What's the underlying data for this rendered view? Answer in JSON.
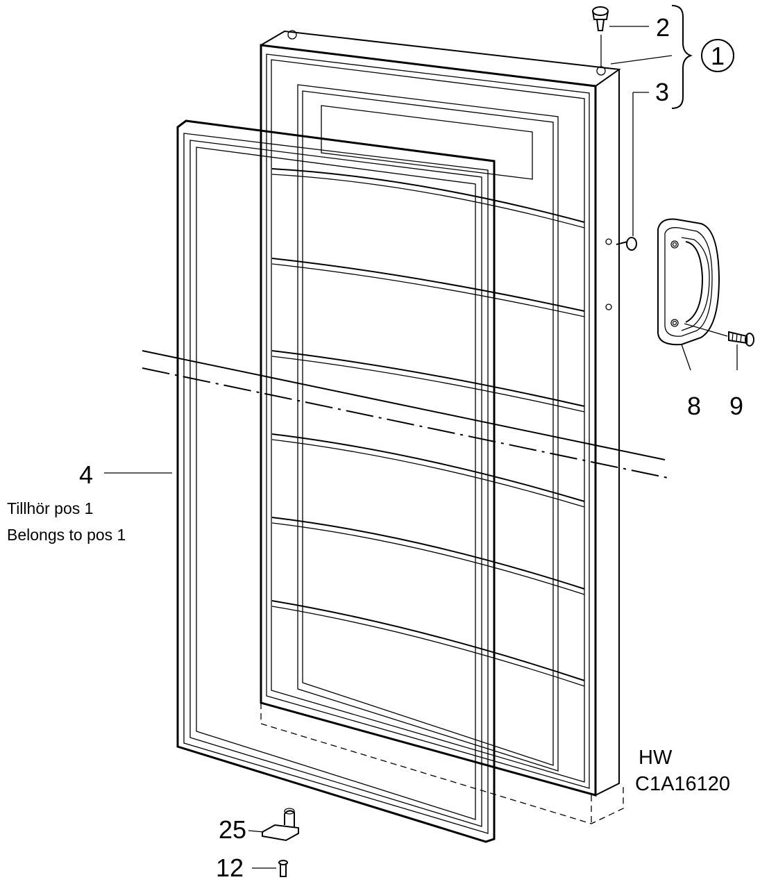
{
  "diagram": {
    "parts": {
      "assembly": "1",
      "top_pin": "2",
      "side_pin": "3",
      "gasket": "4",
      "handle": "8",
      "handle_screw": "9",
      "bottom_hinge": "25",
      "hinge_screw": "12"
    },
    "note_sv": "Tillhör pos 1",
    "note_en": "Belongs to pos 1",
    "code_line1": "HW",
    "code_line2": "C1A16120"
  }
}
